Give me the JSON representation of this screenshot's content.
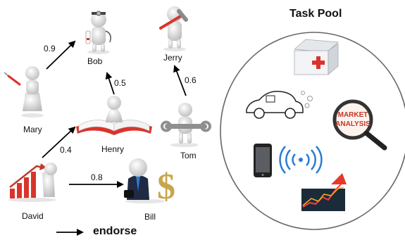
{
  "people": {
    "mary": "Mary",
    "bob": "Bob",
    "jerry": "Jerry",
    "henry": "Henry",
    "tom": "Tom",
    "david": "David",
    "bill": "Bill"
  },
  "edges": [
    {
      "from": "Mary",
      "to": "Bob",
      "weight": "0.9"
    },
    {
      "from": "Henry",
      "to": "Bob",
      "weight": "0.5"
    },
    {
      "from": "Tom",
      "to": "Jerry",
      "weight": "0.6"
    },
    {
      "from": "David",
      "to": "Henry",
      "weight": "0.4"
    },
    {
      "from": "David",
      "to": "Bill",
      "weight": "0.8"
    }
  ],
  "task_pool": {
    "title": "Task Pool",
    "icons": [
      "first-aid-kit-icon",
      "car-icon",
      "market-analysis-magnifier-icon",
      "smartphone-icon",
      "wireless-signal-icon",
      "stock-chart-icon"
    ],
    "magnifier_text": [
      "MARKET",
      "ANALYSIS"
    ]
  },
  "legend": {
    "label": "endorse"
  },
  "colors": {
    "figure": "#d9d9d9",
    "accent_red": "#d9342b",
    "signal_blue": "#2a7bd1",
    "money_gold": "#c9a64a"
  }
}
